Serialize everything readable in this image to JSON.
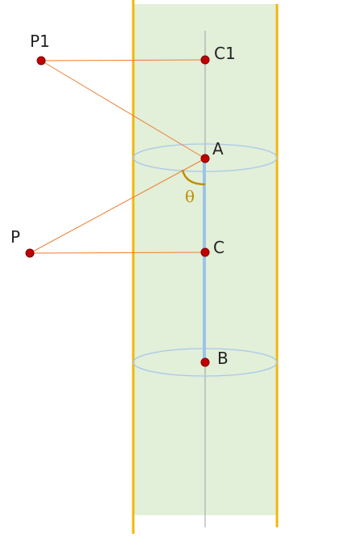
{
  "labels": {
    "p1": "P1",
    "c1": "C1",
    "a": "A",
    "p": "P",
    "c": "C",
    "b": "B",
    "angle": "θ"
  },
  "colors": {
    "band_fill": "#e2efd9",
    "boundary": "#f2b705",
    "axis": "#9aa0a6",
    "segment_ab": "#9dc3e6",
    "ellipse": "#a9c7ea",
    "orange_lines": "#ed7d31",
    "point_fill": "#c00000",
    "point_stroke": "#7f0000",
    "angle_arc": "#bf9000",
    "label_text": "#222222"
  }
}
